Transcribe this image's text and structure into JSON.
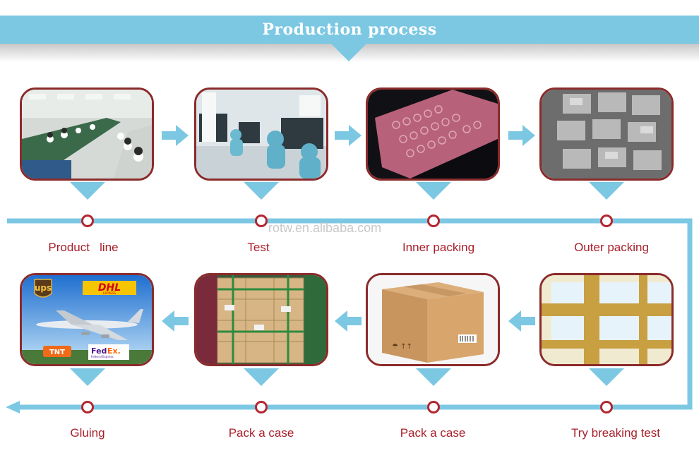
{
  "title": "Production process",
  "watermark": "rotw.en.alibaba.com",
  "colors": {
    "accent": "#7cc8e3",
    "label": "#a8202b",
    "frame": "#8b2b2b",
    "node": "#b32630"
  },
  "steps": [
    {
      "label": "Product   line",
      "image": "factory-production-line"
    },
    {
      "label": "Test",
      "image": "cleanroom-testing"
    },
    {
      "label": "Inner packing",
      "image": "pink-bubble-wrap"
    },
    {
      "label": "Outer packing",
      "image": "bagged-trays"
    },
    {
      "label": "Try breaking test",
      "image": "taped-carton"
    },
    {
      "label": "Pack a case",
      "image": "cardboard-box"
    },
    {
      "label": "Pack a case",
      "image": "stacked-pallet"
    },
    {
      "label": "Gluing",
      "image": "courier-airplane"
    }
  ],
  "couriers": {
    "ups": "ups",
    "dhl": "DHL",
    "dhl_sub": "EXPRESS",
    "tnt": "TNT",
    "fedex_a": "Fed",
    "fedex_b": "Ex.",
    "fedex_sub": "Federal Express"
  },
  "box_symbols": "☂ ↑↑"
}
